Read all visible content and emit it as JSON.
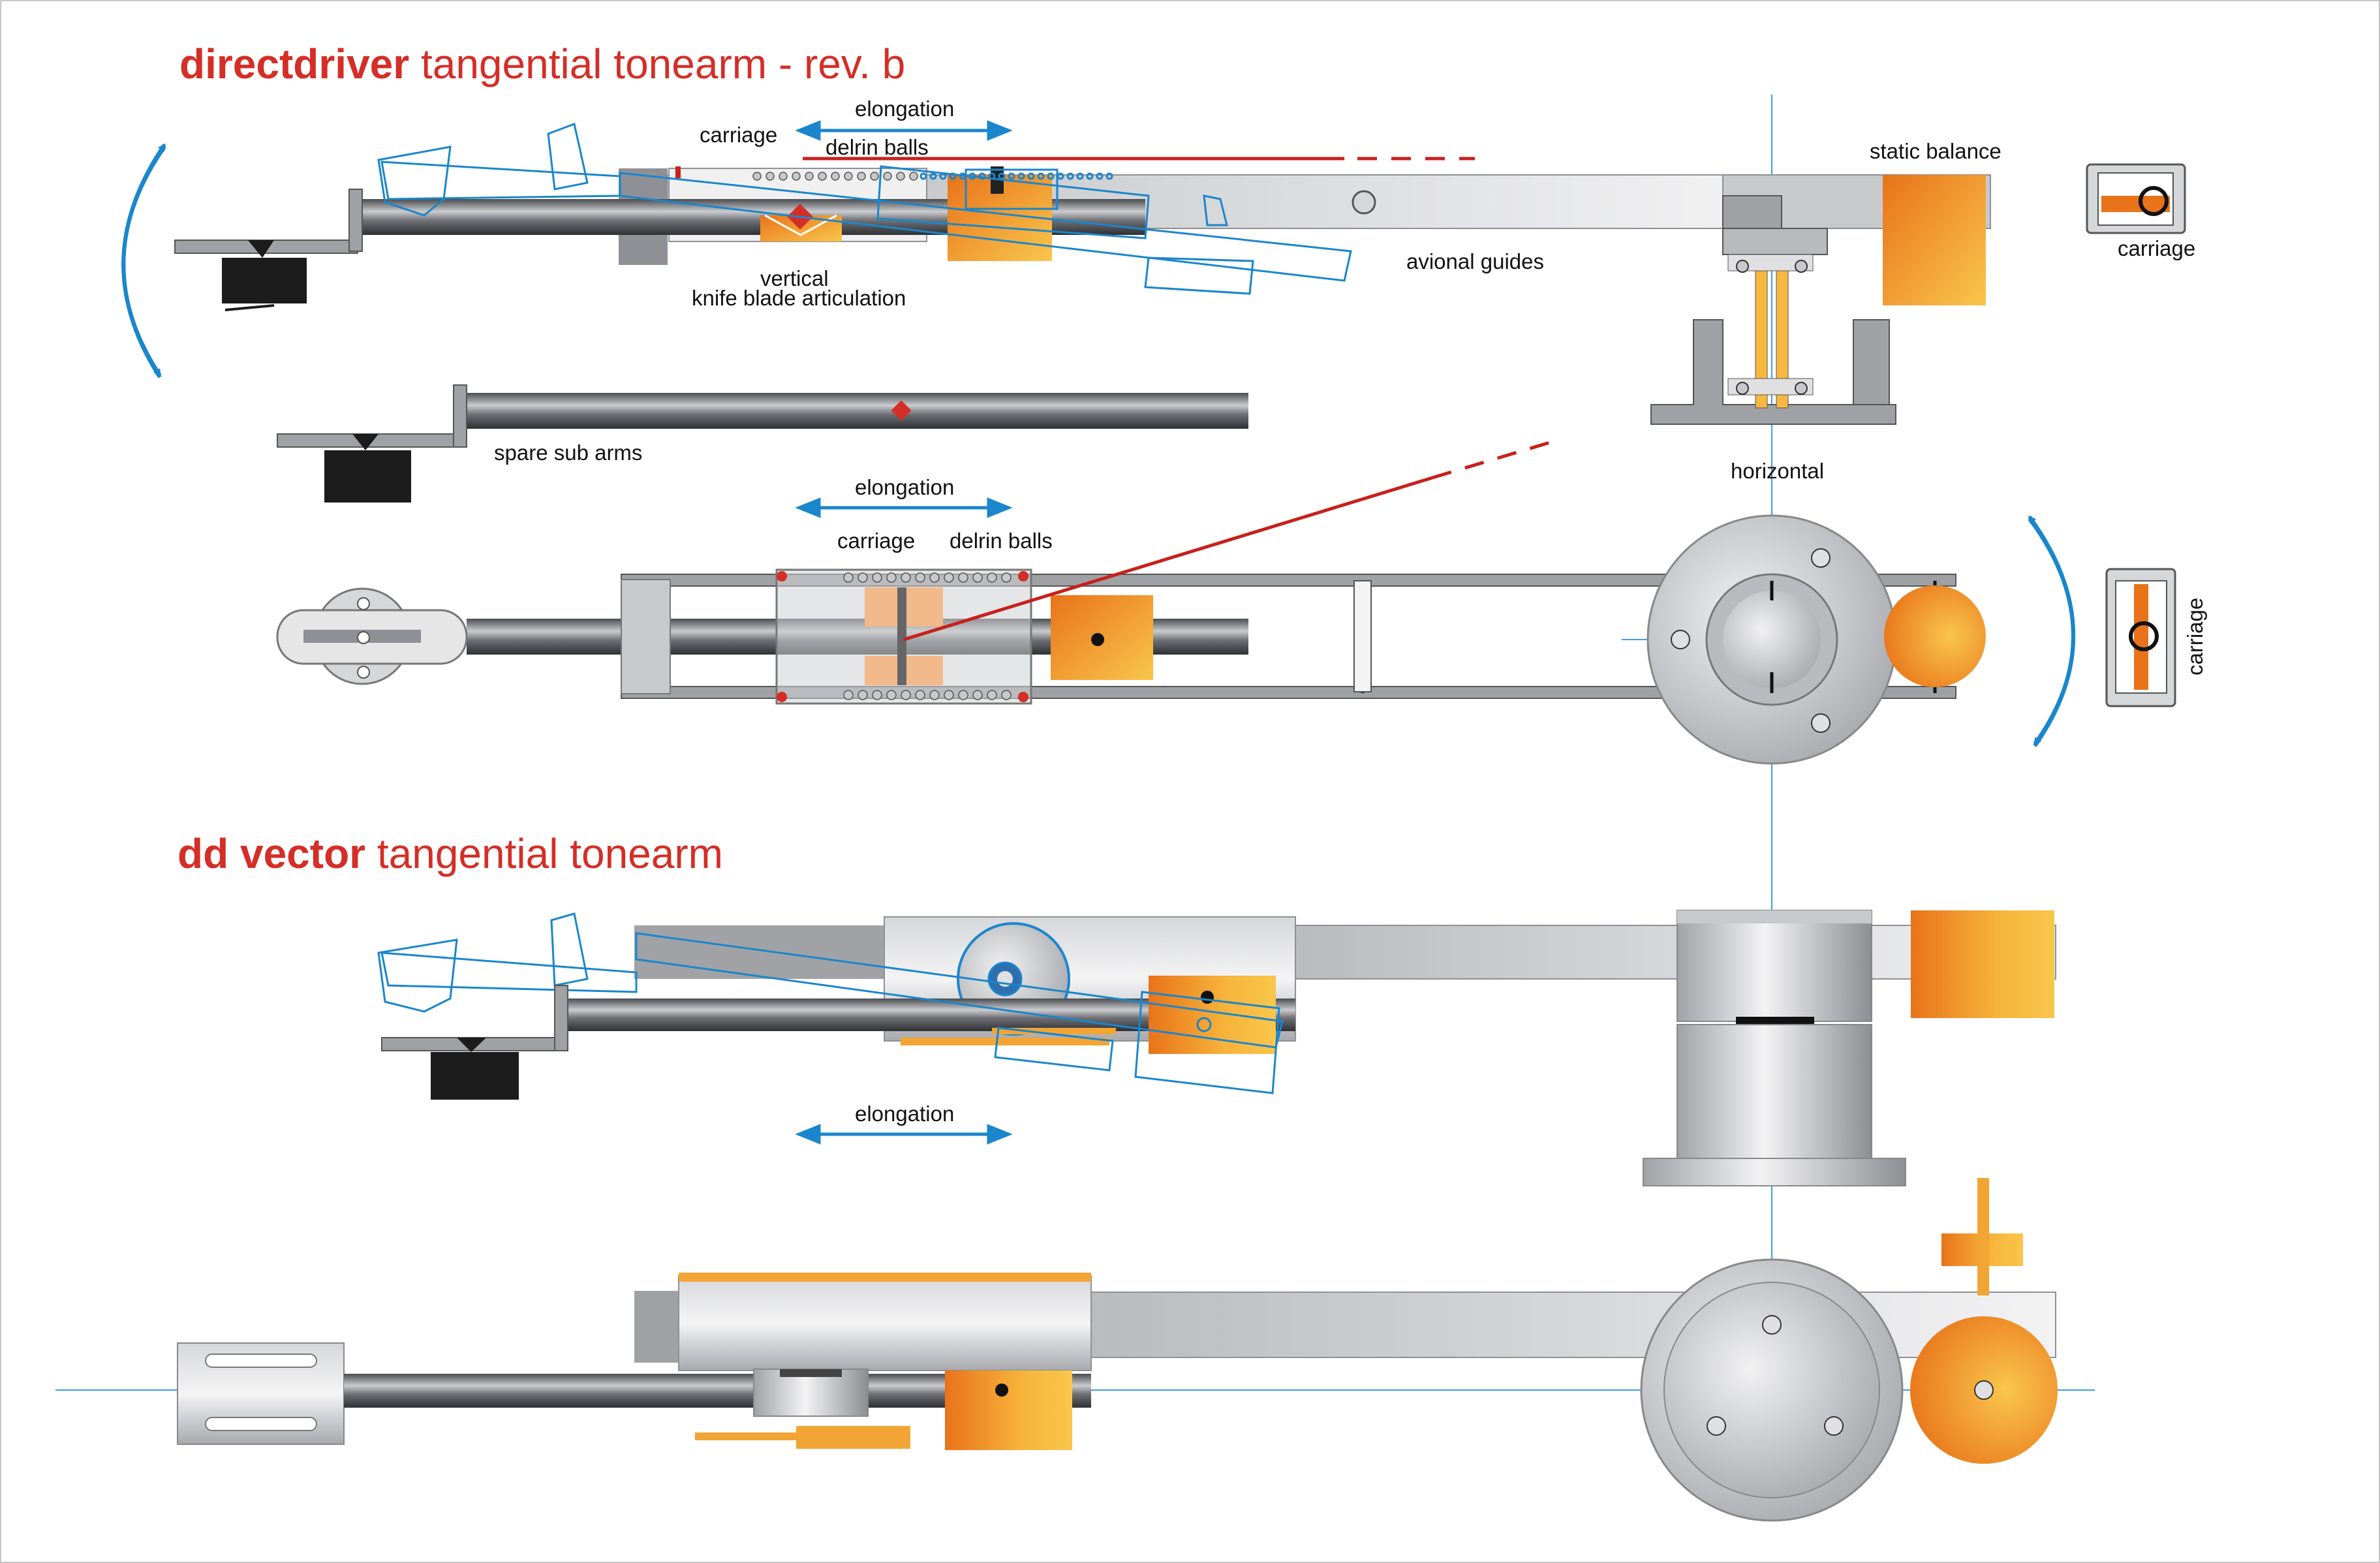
{
  "colors": {
    "title": "#d42e27",
    "guide_line": "#3b9fe0",
    "arrow": "#1a86cc",
    "orange_from": "#e8731a",
    "orange_to": "#f9c64b",
    "steel": "#8e9095",
    "red_line": "#c8201c"
  },
  "title_1": {
    "bold": "directdriver",
    "rest": " tangential tonearm - rev. b"
  },
  "title_2": {
    "bold": "dd vector",
    "rest": " tangential tonearm"
  },
  "labels": {
    "carriage_top": "carriage",
    "elongation_top": "elongation",
    "delrin_balls_top": "delrin balls",
    "static_balance": "static balance",
    "carriage_side": "carriage",
    "avional_guides": "avional guides",
    "vertical": "vertical",
    "knife_blade": "knife blade articulation",
    "spare_sub_arms": "spare sub arms",
    "horizontal": "horizontal",
    "elongation_mid": "elongation",
    "carriage_mid": "carriage",
    "delrin_balls_mid": "delrin balls",
    "carriage_vertical": "carriage",
    "elongation_bottom": "elongation"
  }
}
